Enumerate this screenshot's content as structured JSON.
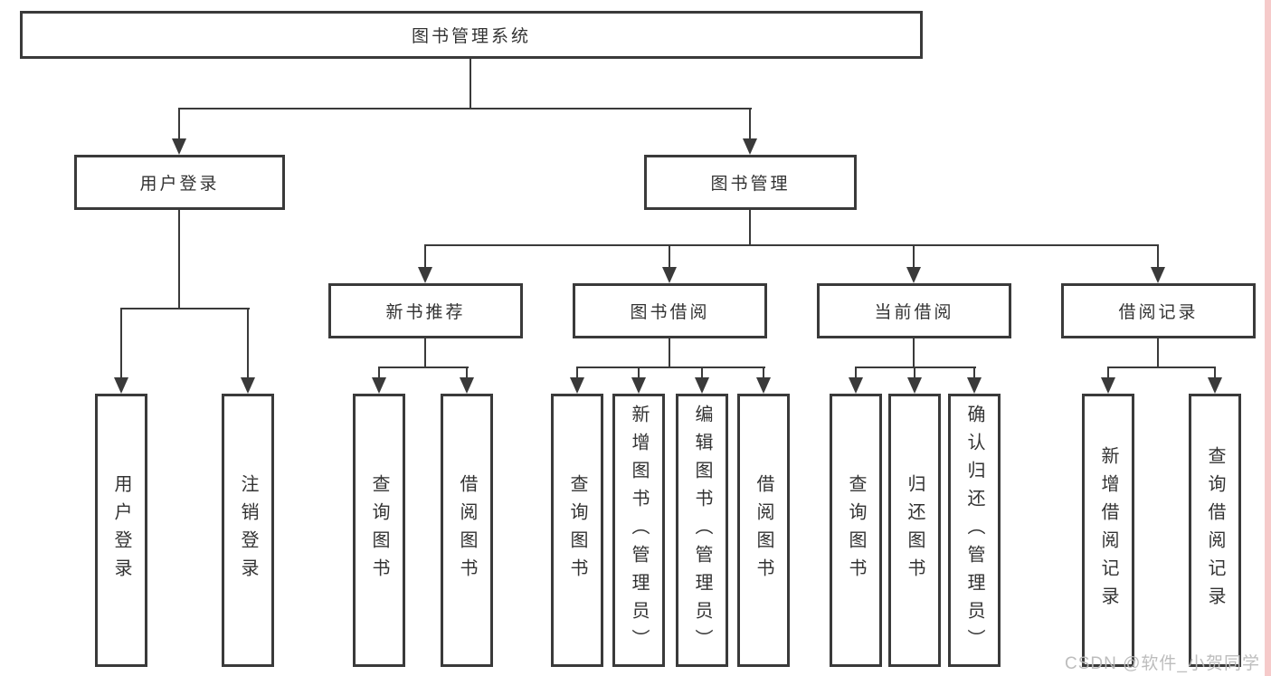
{
  "diagram": {
    "root_label": "图书管理系统",
    "level2": [
      {
        "label": "用户登录",
        "leaves": [
          {
            "label": "用户登录"
          },
          {
            "label": "注销登录"
          }
        ]
      },
      {
        "label": "图书管理"
      }
    ],
    "level3": [
      {
        "label": "新书推荐",
        "leaves": [
          {
            "label": "查询图书"
          },
          {
            "label": "借阅图书"
          }
        ]
      },
      {
        "label": "图书借阅",
        "leaves": [
          {
            "label": "查询图书"
          },
          {
            "label": "新增图书（管理员）"
          },
          {
            "label": "编辑图书（管理员）"
          },
          {
            "label": "借阅图书"
          }
        ]
      },
      {
        "label": "当前借阅",
        "leaves": [
          {
            "label": "查询图书"
          },
          {
            "label": "归还图书"
          },
          {
            "label": "确认归还（管理员）"
          }
        ]
      },
      {
        "label": "借阅记录",
        "leaves": [
          {
            "label": "新增借阅记录"
          },
          {
            "label": "查询借阅记录"
          }
        ]
      }
    ]
  },
  "watermark": {
    "text": "CSDN @软件_小贺同学",
    "color": "#b9b9b9"
  },
  "colors": {
    "line": "#3a3a3a",
    "box_border": "#3a3a3a",
    "background": "#ffffff",
    "text": "#333333",
    "right_edge_strip": "#f6caca"
  }
}
